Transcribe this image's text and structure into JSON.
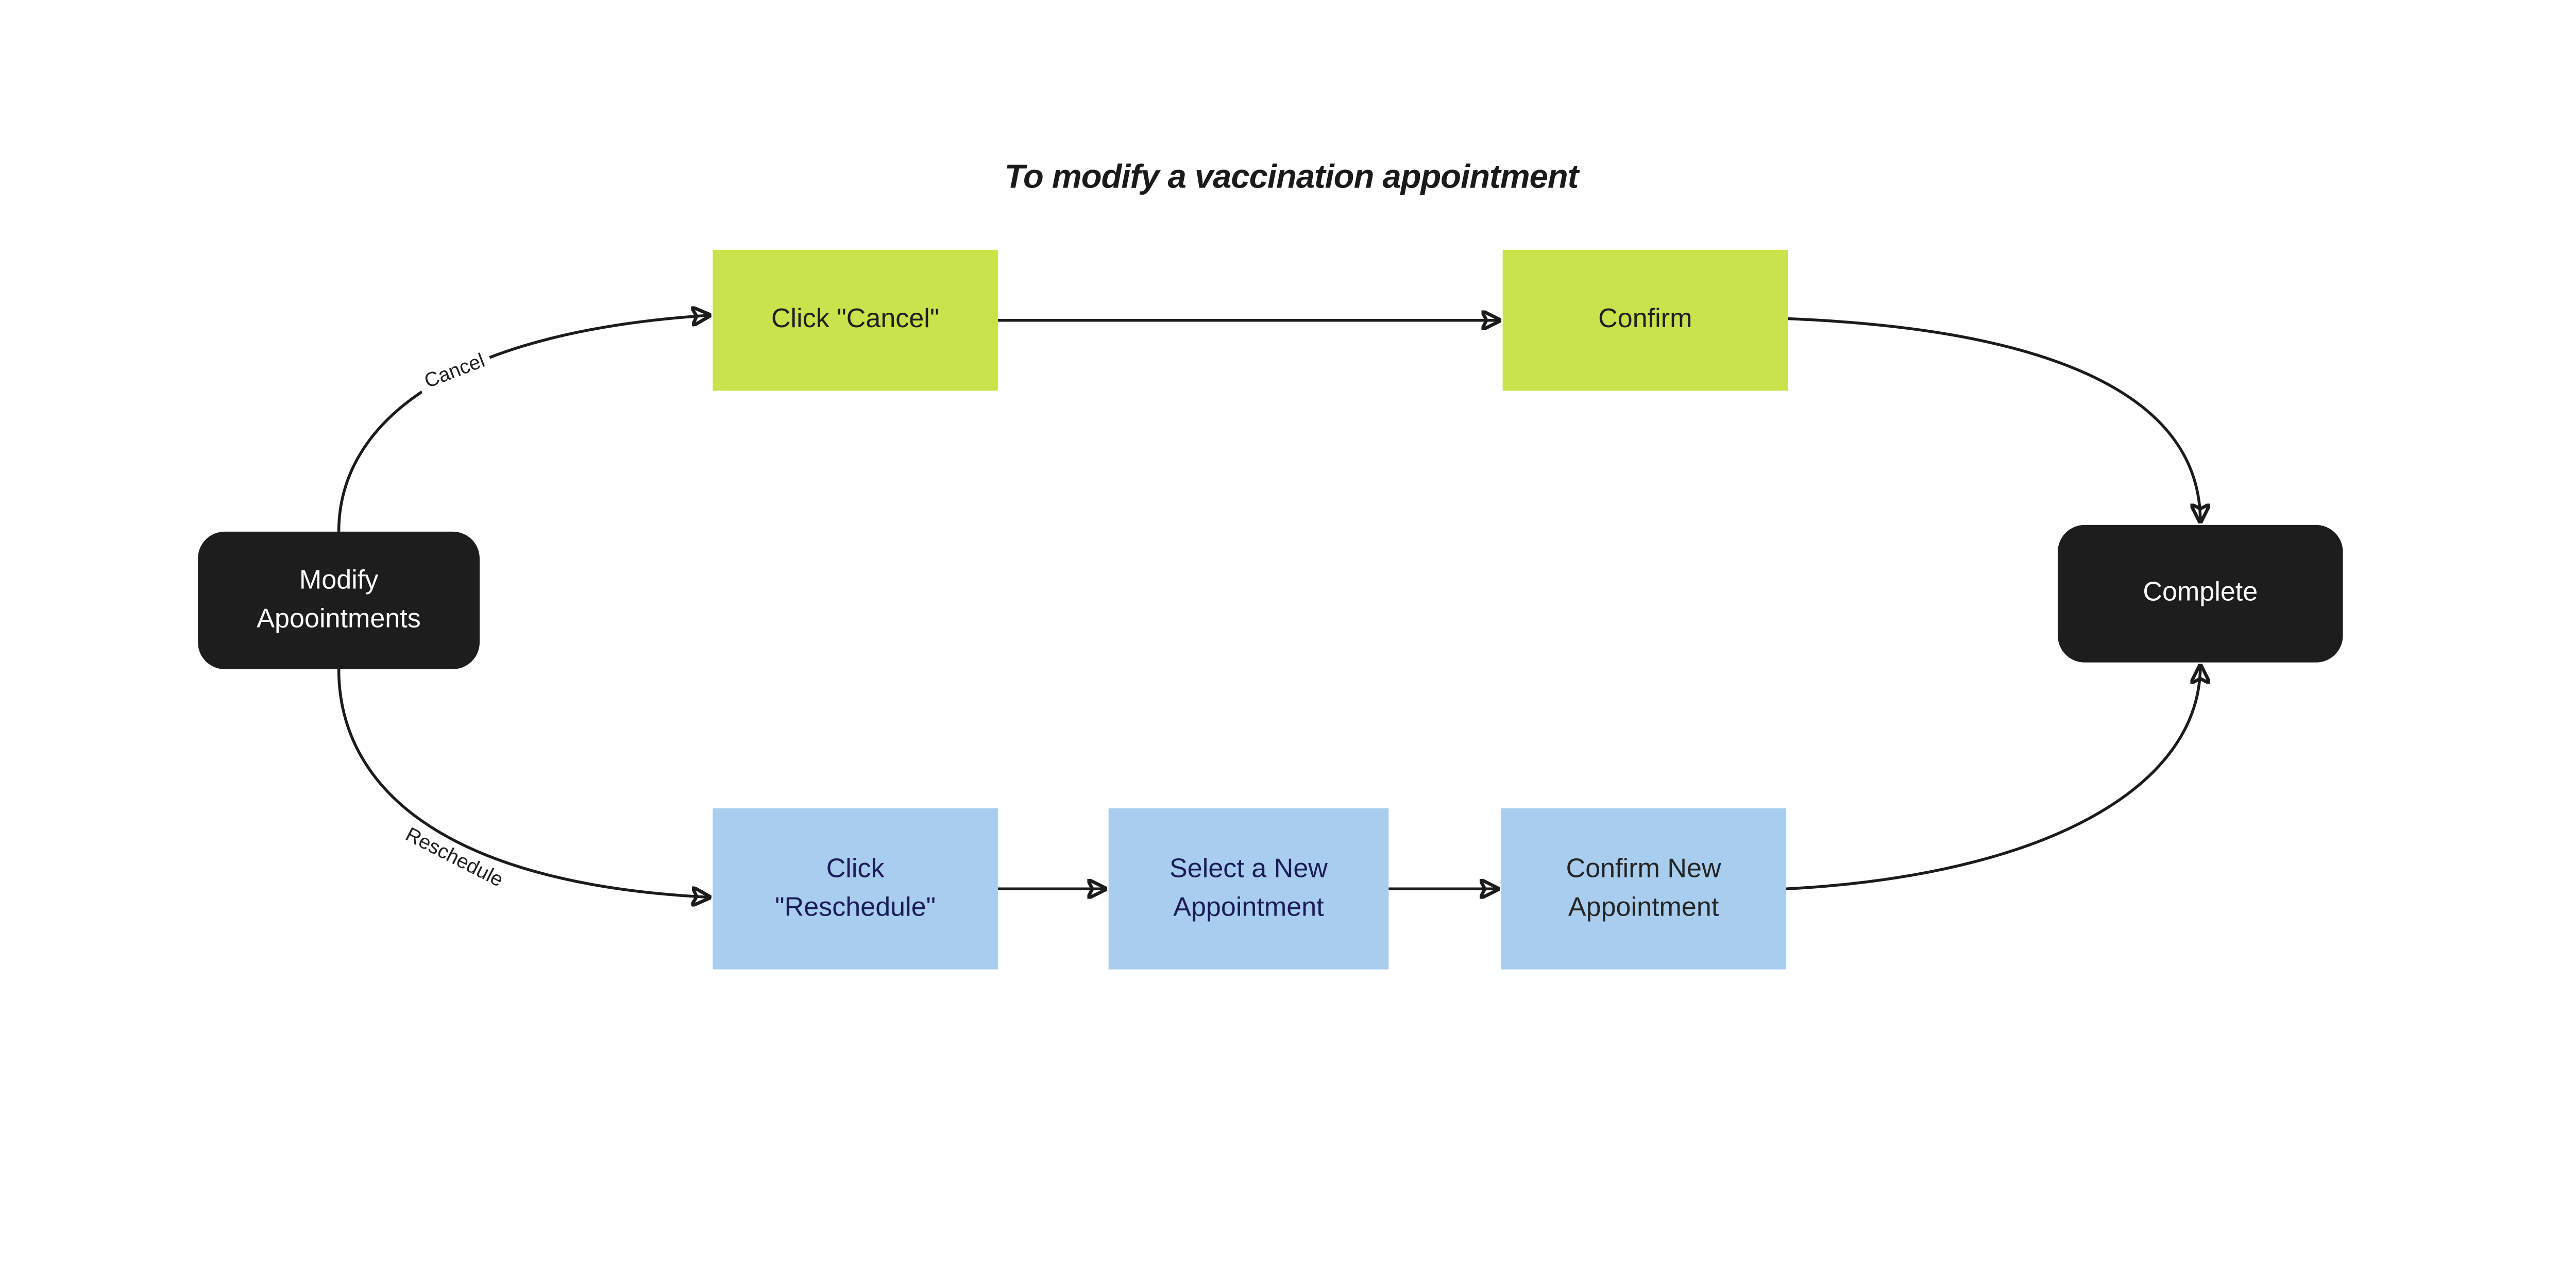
{
  "title": "To modify a vaccination appointment",
  "colors": {
    "terminal_fill": "#1d1d1d",
    "terminal_text": "#ffffff",
    "green_fill": "#c9e34d",
    "green_text": "#1f1f1f",
    "blue_fill": "#a8cdee",
    "blue_text_navy": "#1a1b55",
    "blue_text_dark": "#242424",
    "edge_stroke": "#1b1b1b",
    "canvas": "#ffffff"
  },
  "nodes": {
    "modify": {
      "label": "Modify\nApoointments"
    },
    "click_cancel": {
      "label": "Click \"Cancel\""
    },
    "confirm": {
      "label": "Confirm"
    },
    "complete": {
      "label": "Complete"
    },
    "click_reschedule": {
      "label": "Click\n\"Reschedule\""
    },
    "select_new": {
      "label": "Select a New\nAppointment"
    },
    "confirm_new": {
      "label": "Confirm New\nAppointment"
    }
  },
  "edges": {
    "cancel": {
      "label": "Cancel"
    },
    "reschedule": {
      "label": "Reschedule"
    }
  }
}
